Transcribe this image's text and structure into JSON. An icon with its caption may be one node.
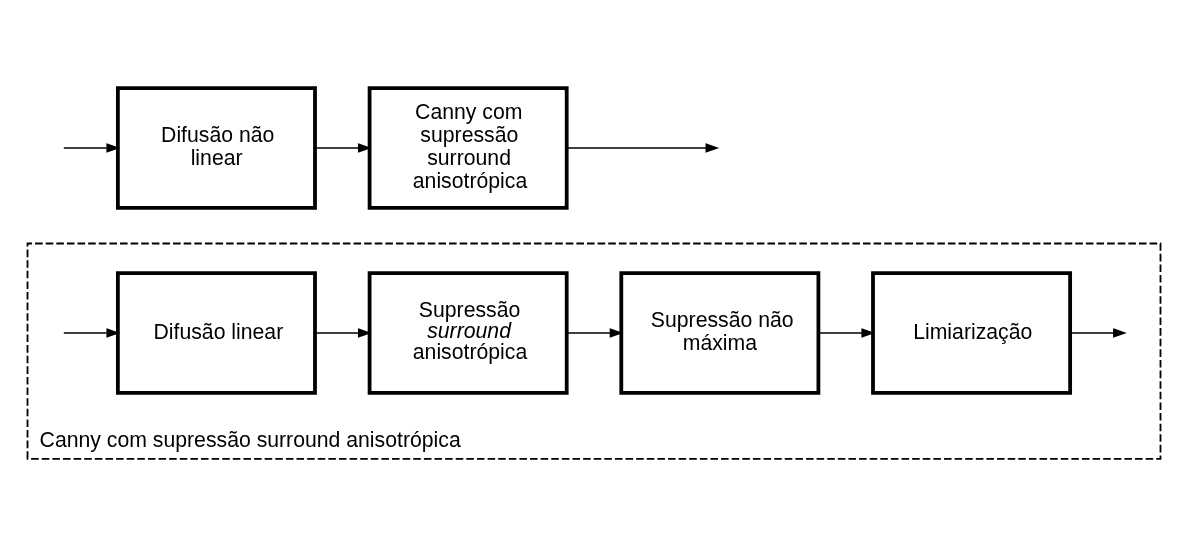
{
  "diagram": {
    "nodes": [
      {
        "text": [
          "Difusão não linear"
        ]
      },
      {
        "text": [
          "Canny com supressão surround anisotrópica"
        ]
      },
      {
        "text": [
          "Canny com supressão surround anisotrópica"
        ]
      },
      {
        "text": [
          "Difusão linear"
        ],
        "in": 2
      },
      {
        "text": [
          "Supressão *surround* anisotrópica"
        ],
        "in": 2
      },
      {
        "text": [
          "Supressão não máxima"
        ],
        "in": 2
      },
      {
        "text": [
          "Limiarização"
        ],
        "in": 2
      }
    ],
    "edges": [
      {
        "from": null,
        "to": 0,
        "arrow": "to"
      },
      {
        "from": 0,
        "to": 1,
        "arrow": "to"
      },
      {
        "from": 1,
        "to": null,
        "arrow": "to"
      },
      {
        "from": null,
        "to": 3,
        "arrow": "to"
      },
      {
        "from": 3,
        "to": 4,
        "arrow": "to"
      },
      {
        "from": 4,
        "to": 5,
        "arrow": "to"
      },
      {
        "from": 5,
        "to": 6,
        "arrow": "to"
      },
      {
        "from": 6,
        "to": null,
        "arrow": "to"
      }
    ]
  }
}
